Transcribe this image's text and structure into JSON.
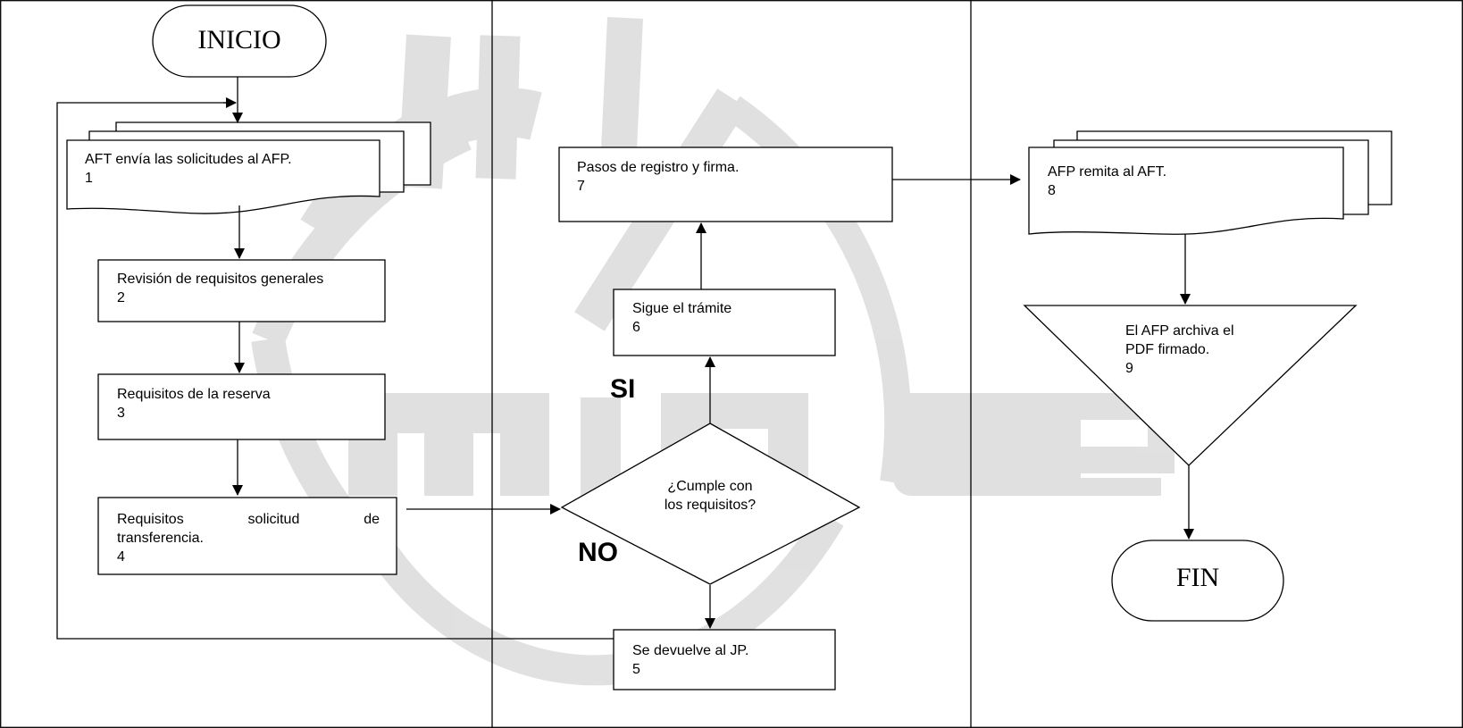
{
  "watermark": {
    "text": "minae",
    "color": "#c8c8c8"
  },
  "nodes": {
    "inicio": {
      "label": "INICIO"
    },
    "n1": {
      "text": "AFT envía las solicitudes al AFP.",
      "num": "1"
    },
    "n2": {
      "text": "Revisión de requisitos generales",
      "num": "2"
    },
    "n3": {
      "text": "Requisitos de la reserva",
      "num": "3"
    },
    "n4": {
      "text_line1_words": [
        "Requisitos",
        "solicitud",
        "de"
      ],
      "text_line2": "transferencia.",
      "num": "4"
    },
    "n5": {
      "text": "Se devuelve al JP.",
      "num": "5"
    },
    "decision": {
      "line1": "¿Cumple con",
      "line2": "los requisitos?"
    },
    "n6": {
      "text": "Sigue el trámite",
      "num": "6"
    },
    "n7": {
      "text": "Pasos de registro y firma.",
      "num": "7"
    },
    "n8": {
      "text": "AFP remita al AFT.",
      "num": "8"
    },
    "n9": {
      "line1": "El AFP archiva el",
      "line2": "PDF firmado.",
      "num": "9"
    },
    "fin": {
      "label": "FIN"
    }
  },
  "branch_labels": {
    "yes": "SI",
    "no": "NO"
  },
  "colors": {
    "line": "#000000",
    "background": "#ffffff"
  }
}
